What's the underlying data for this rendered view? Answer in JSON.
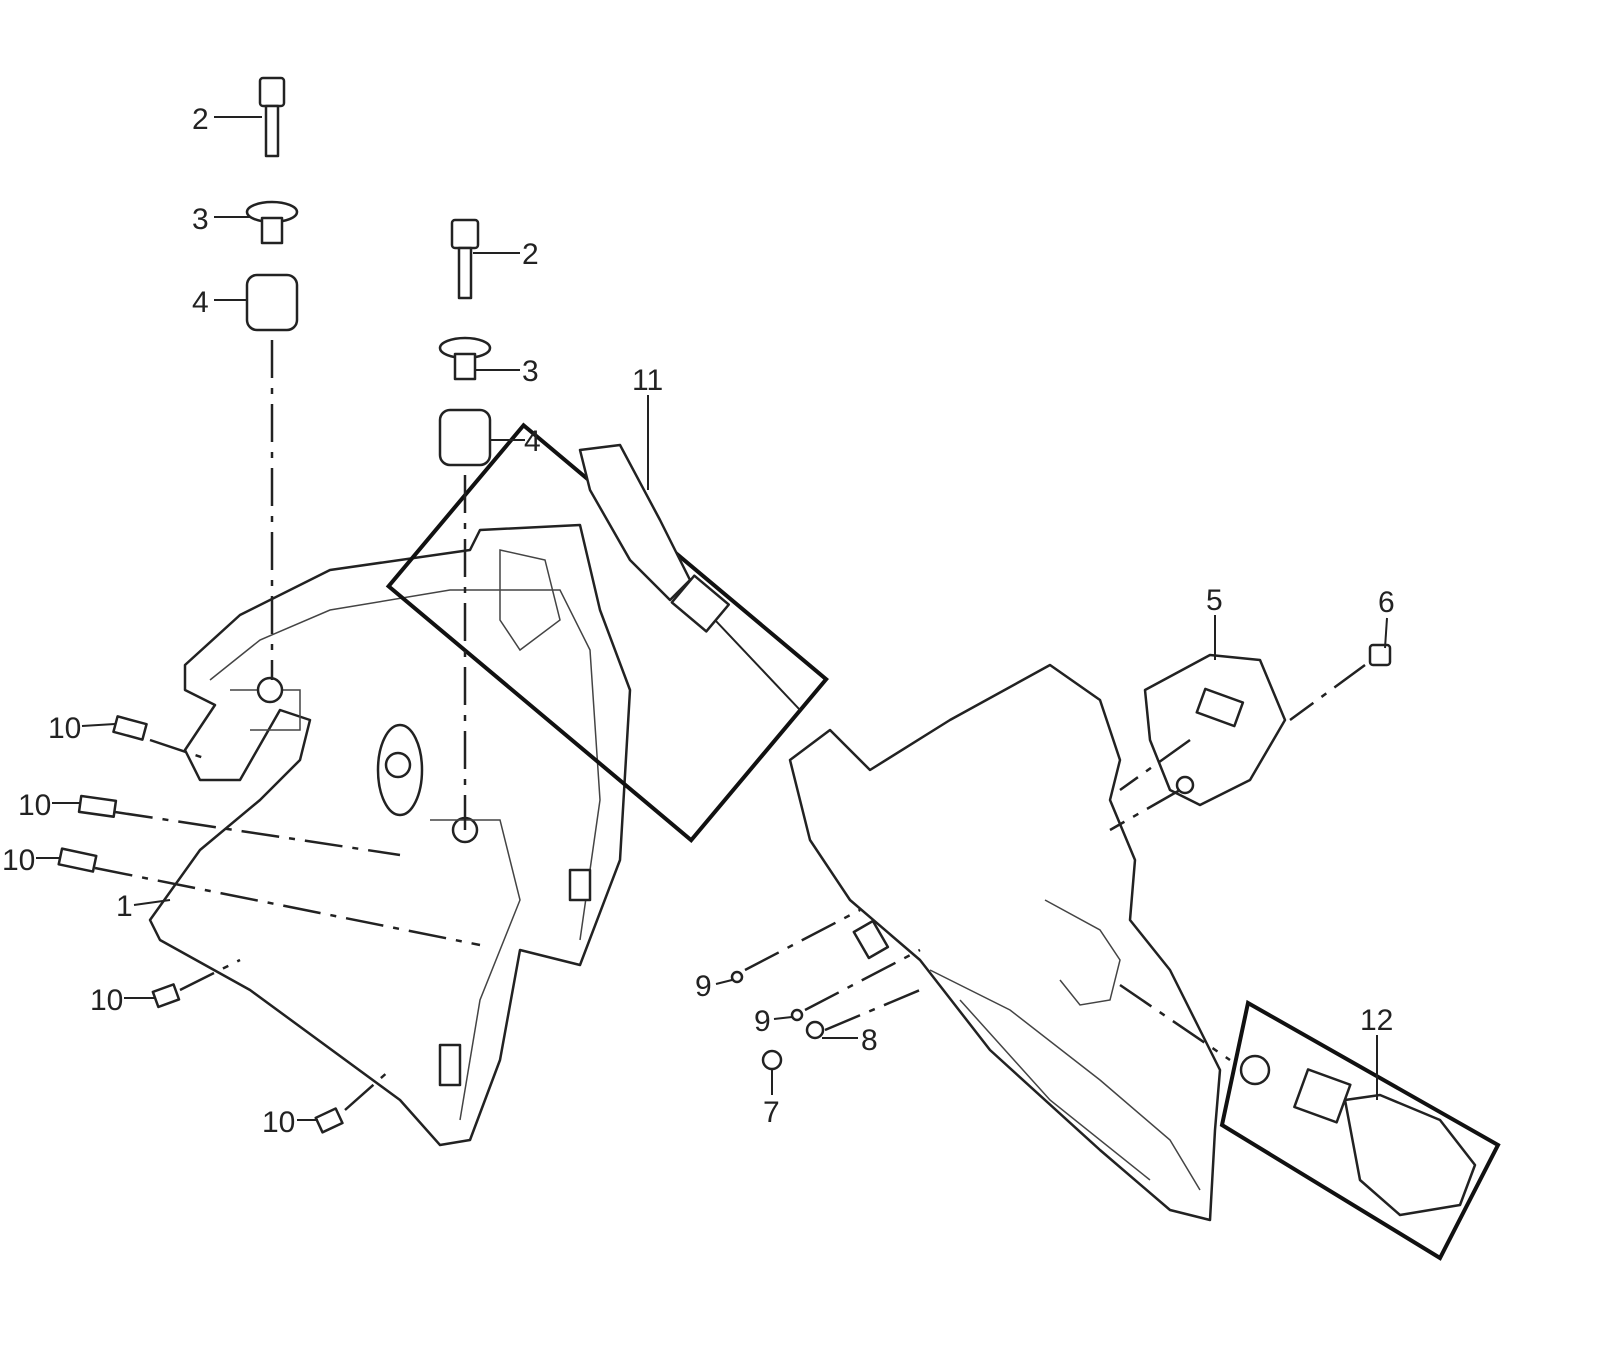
{
  "diagram": {
    "labels": [
      "2",
      "3",
      "4",
      "2",
      "3",
      "4",
      "11",
      "5",
      "6",
      "10",
      "10",
      "10",
      "1",
      "10",
      "10",
      "9",
      "9",
      "8",
      "7",
      "12"
    ]
  }
}
